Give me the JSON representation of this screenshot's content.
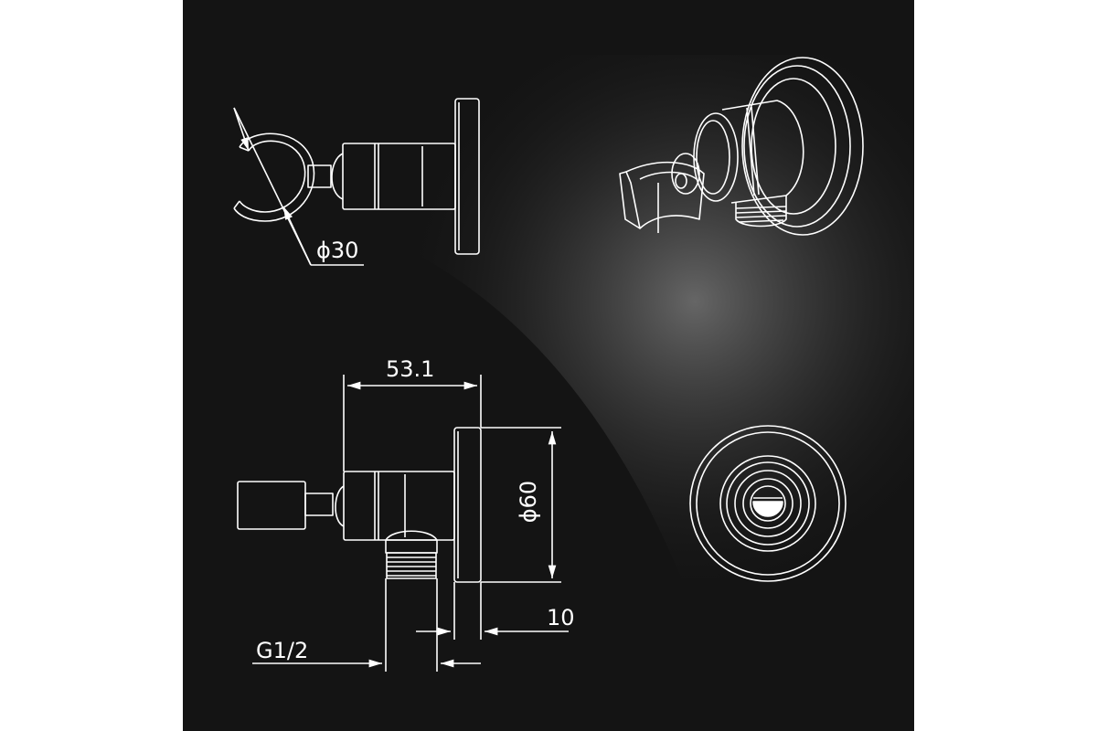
{
  "colors": {
    "background": "#141414",
    "line": "#ffffff",
    "glow": "#6a6a6a",
    "page": "#ffffff"
  },
  "dimensions": {
    "holder_diameter": "ϕ30",
    "depth": "53.1",
    "flange_diameter": "ϕ60",
    "flange_thickness": "10",
    "thread": "G1/2"
  }
}
